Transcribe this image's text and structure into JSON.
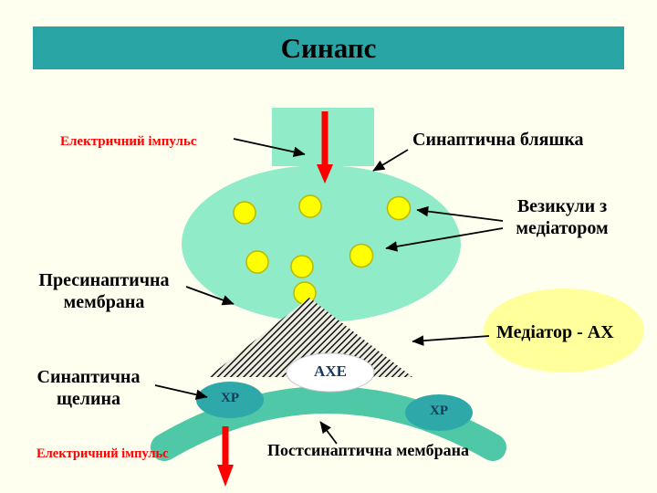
{
  "slide": {
    "title": "Синапс"
  },
  "labels": {
    "electric_impulse_top": "Електричний імпульс",
    "synaptic_plaque": "Синаптична бляшка",
    "vesicles": "Везикули з медіатором",
    "presynaptic_membrane": "Пресинаптична мембрана",
    "mediator_ach": "Медіатор - АХ",
    "synaptic_cleft": "Синаптична щелина",
    "ache_enzyme": "АХЕ",
    "receptor_left": "ХР",
    "receptor_right": "ХР",
    "electric_impulse_bottom": "Електричний імпульс",
    "postsynaptic_membrane": "Постсинаптична мембрана"
  },
  "colors": {
    "background": "#FFFFF0",
    "banner": "#2AA5A5",
    "bouton_fill": "#90EBC8",
    "membrane_band": "#4FC8A8",
    "receptor_fill": "#2EA8A8",
    "vesicle_fill": "#FFFF00",
    "cloud_fill": "#FFFF9C",
    "arrow_red": "#FF0000",
    "label_red": "#FF0000",
    "receptor_text": "#17375D"
  }
}
